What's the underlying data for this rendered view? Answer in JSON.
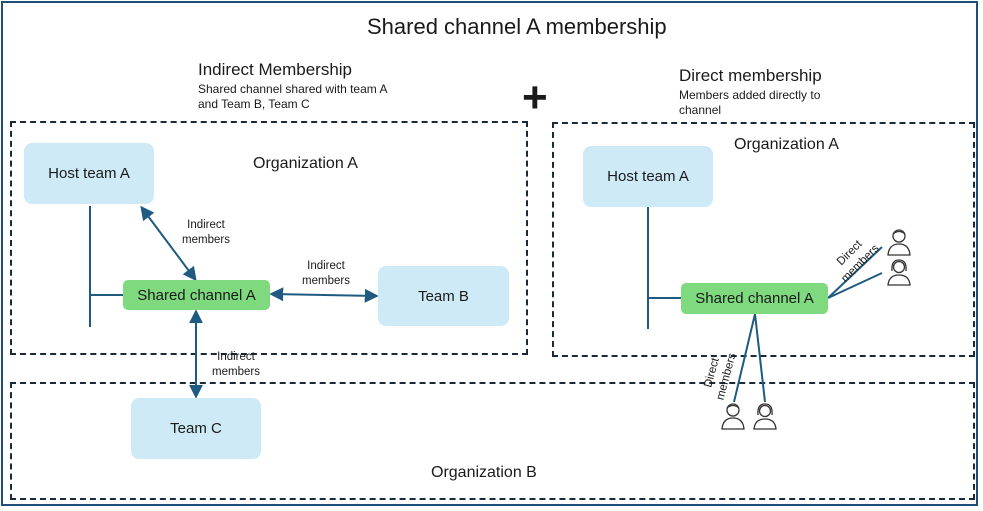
{
  "title": "Shared channel A membership",
  "plus_sign": "+",
  "indirect": {
    "heading": "Indirect Membership",
    "description": "Shared channel shared with team A and Team B, Team C"
  },
  "direct": {
    "heading": "Direct membership",
    "description": "Members added directly to channel"
  },
  "left_diagram": {
    "org_label": "Organization A",
    "host_team": "Host team A",
    "shared_channel": "Shared channel A",
    "team_b": "Team B",
    "edge_host_label": "Indirect members",
    "edge_team_b_label": "Indirect members",
    "edge_team_c_label": "Indirect members"
  },
  "right_diagram": {
    "org_label": "Organization A",
    "host_team": "Host team A",
    "shared_channel": "Shared channel A",
    "direct_members_upper_label": "Direct members",
    "direct_members_lower_label": "Direct members",
    "person_icons": [
      "person-icon",
      "person-female-icon",
      "person-icon",
      "person-female-icon"
    ]
  },
  "bottom_diagram": {
    "org_label": "Organization B",
    "team_c": "Team C"
  },
  "colors": {
    "frame": "#1f4e79",
    "team_box": "#cfeaf7",
    "channel_box": "#7fd97f",
    "connector": "#1f5a80",
    "dashed_border": "#1b2a3a"
  }
}
